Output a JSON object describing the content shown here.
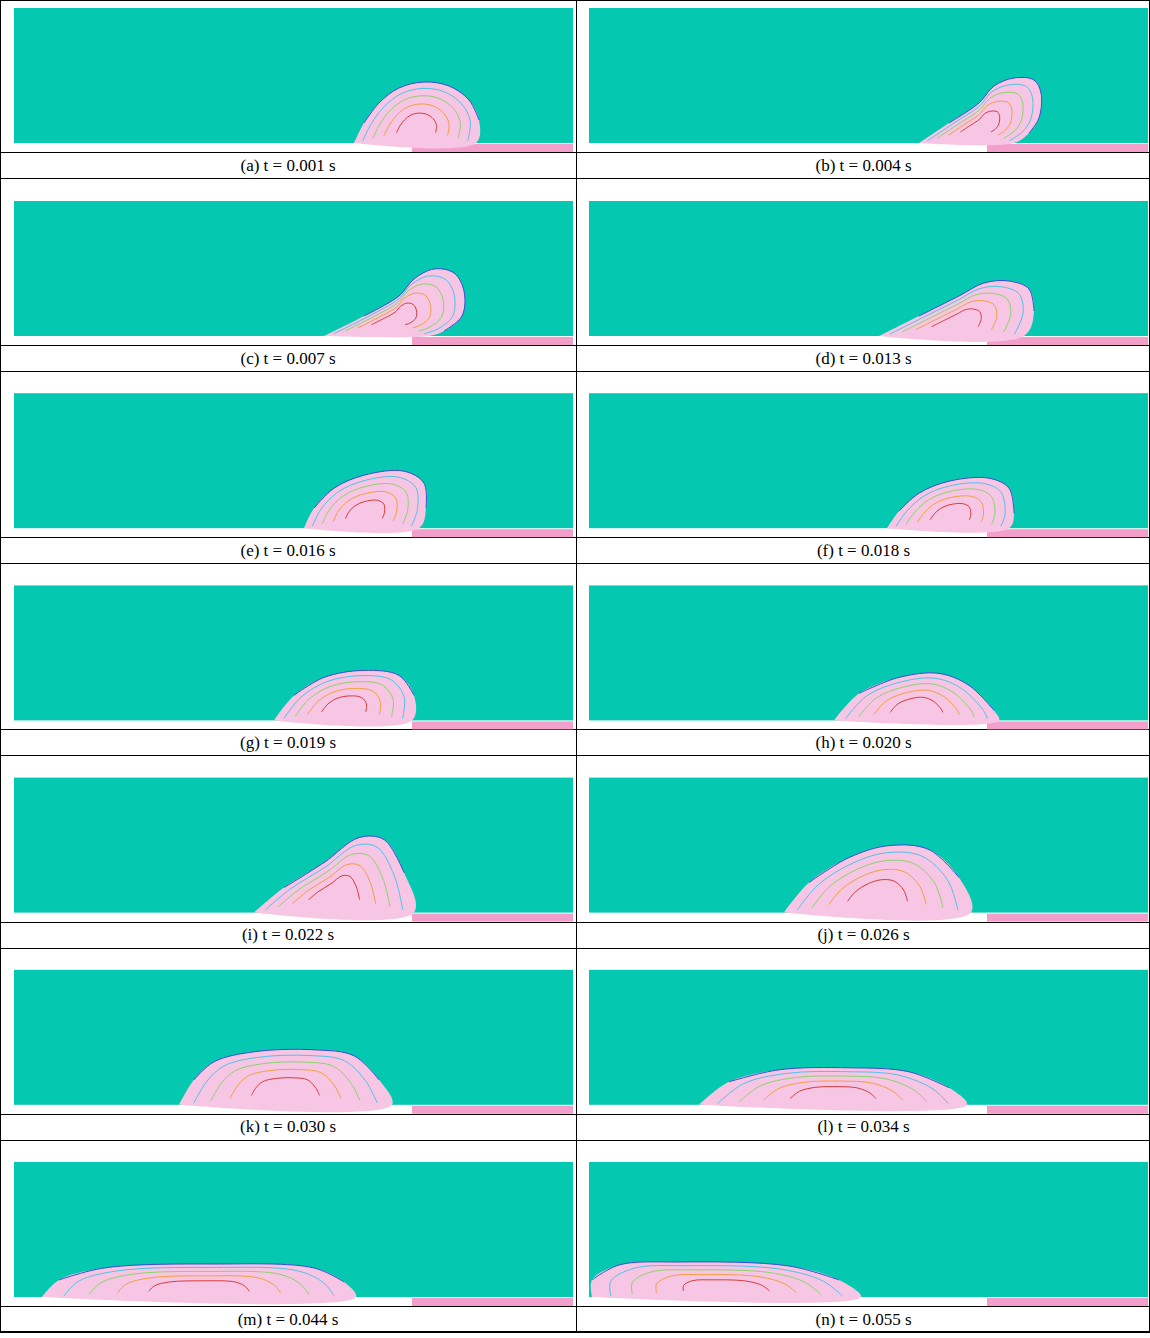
{
  "diagram": {
    "labels": [
      "(a) t = 0.001 s",
      "(b) t = 0.004 s",
      "(c) t = 0.007 s",
      "(d) t = 0.013 s",
      "(e) t = 0.016 s",
      "(f) t = 0.018 s",
      "(g) t = 0.019 s",
      "(h) t = 0.020 s",
      "(i) t = 0.022 s",
      "(j) t = 0.026 s",
      "(k) t = 0.030 s",
      "(l) t = 0.034 s",
      "(m) t = 0.044 s",
      "(n) t = 0.055 s"
    ]
  }
}
